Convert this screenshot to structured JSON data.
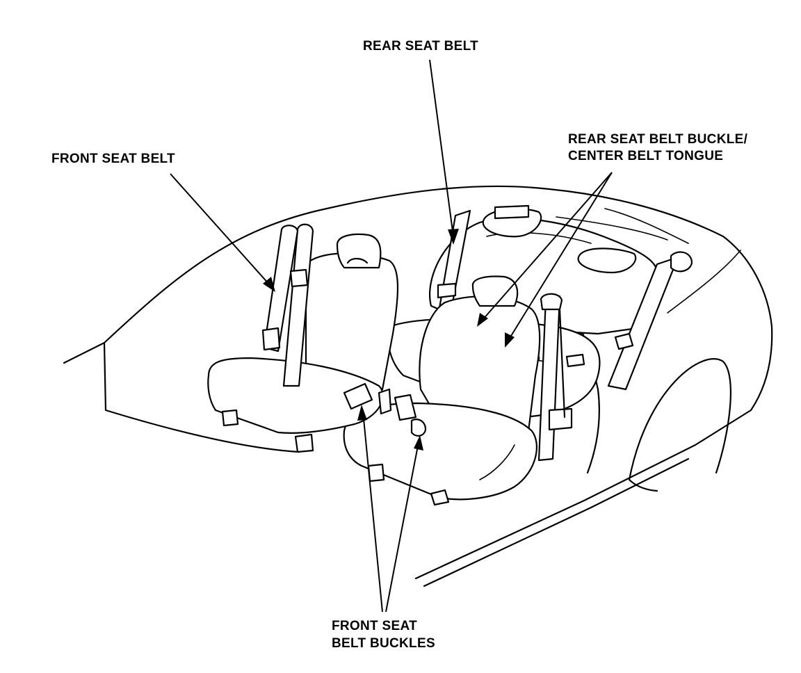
{
  "labels": {
    "rear_seat_belt": "REAR SEAT BELT",
    "front_seat_belt": "FRONT SEAT BELT",
    "rear_buckle_line1": "REAR SEAT BELT BUCKLE/",
    "rear_buckle_line2": "CENTER BELT TONGUE",
    "front_buckles_line1": "FRONT SEAT",
    "front_buckles_line2": "BELT BUCKLES"
  },
  "colors": {
    "ink": "#000000",
    "paper": "#ffffff"
  }
}
